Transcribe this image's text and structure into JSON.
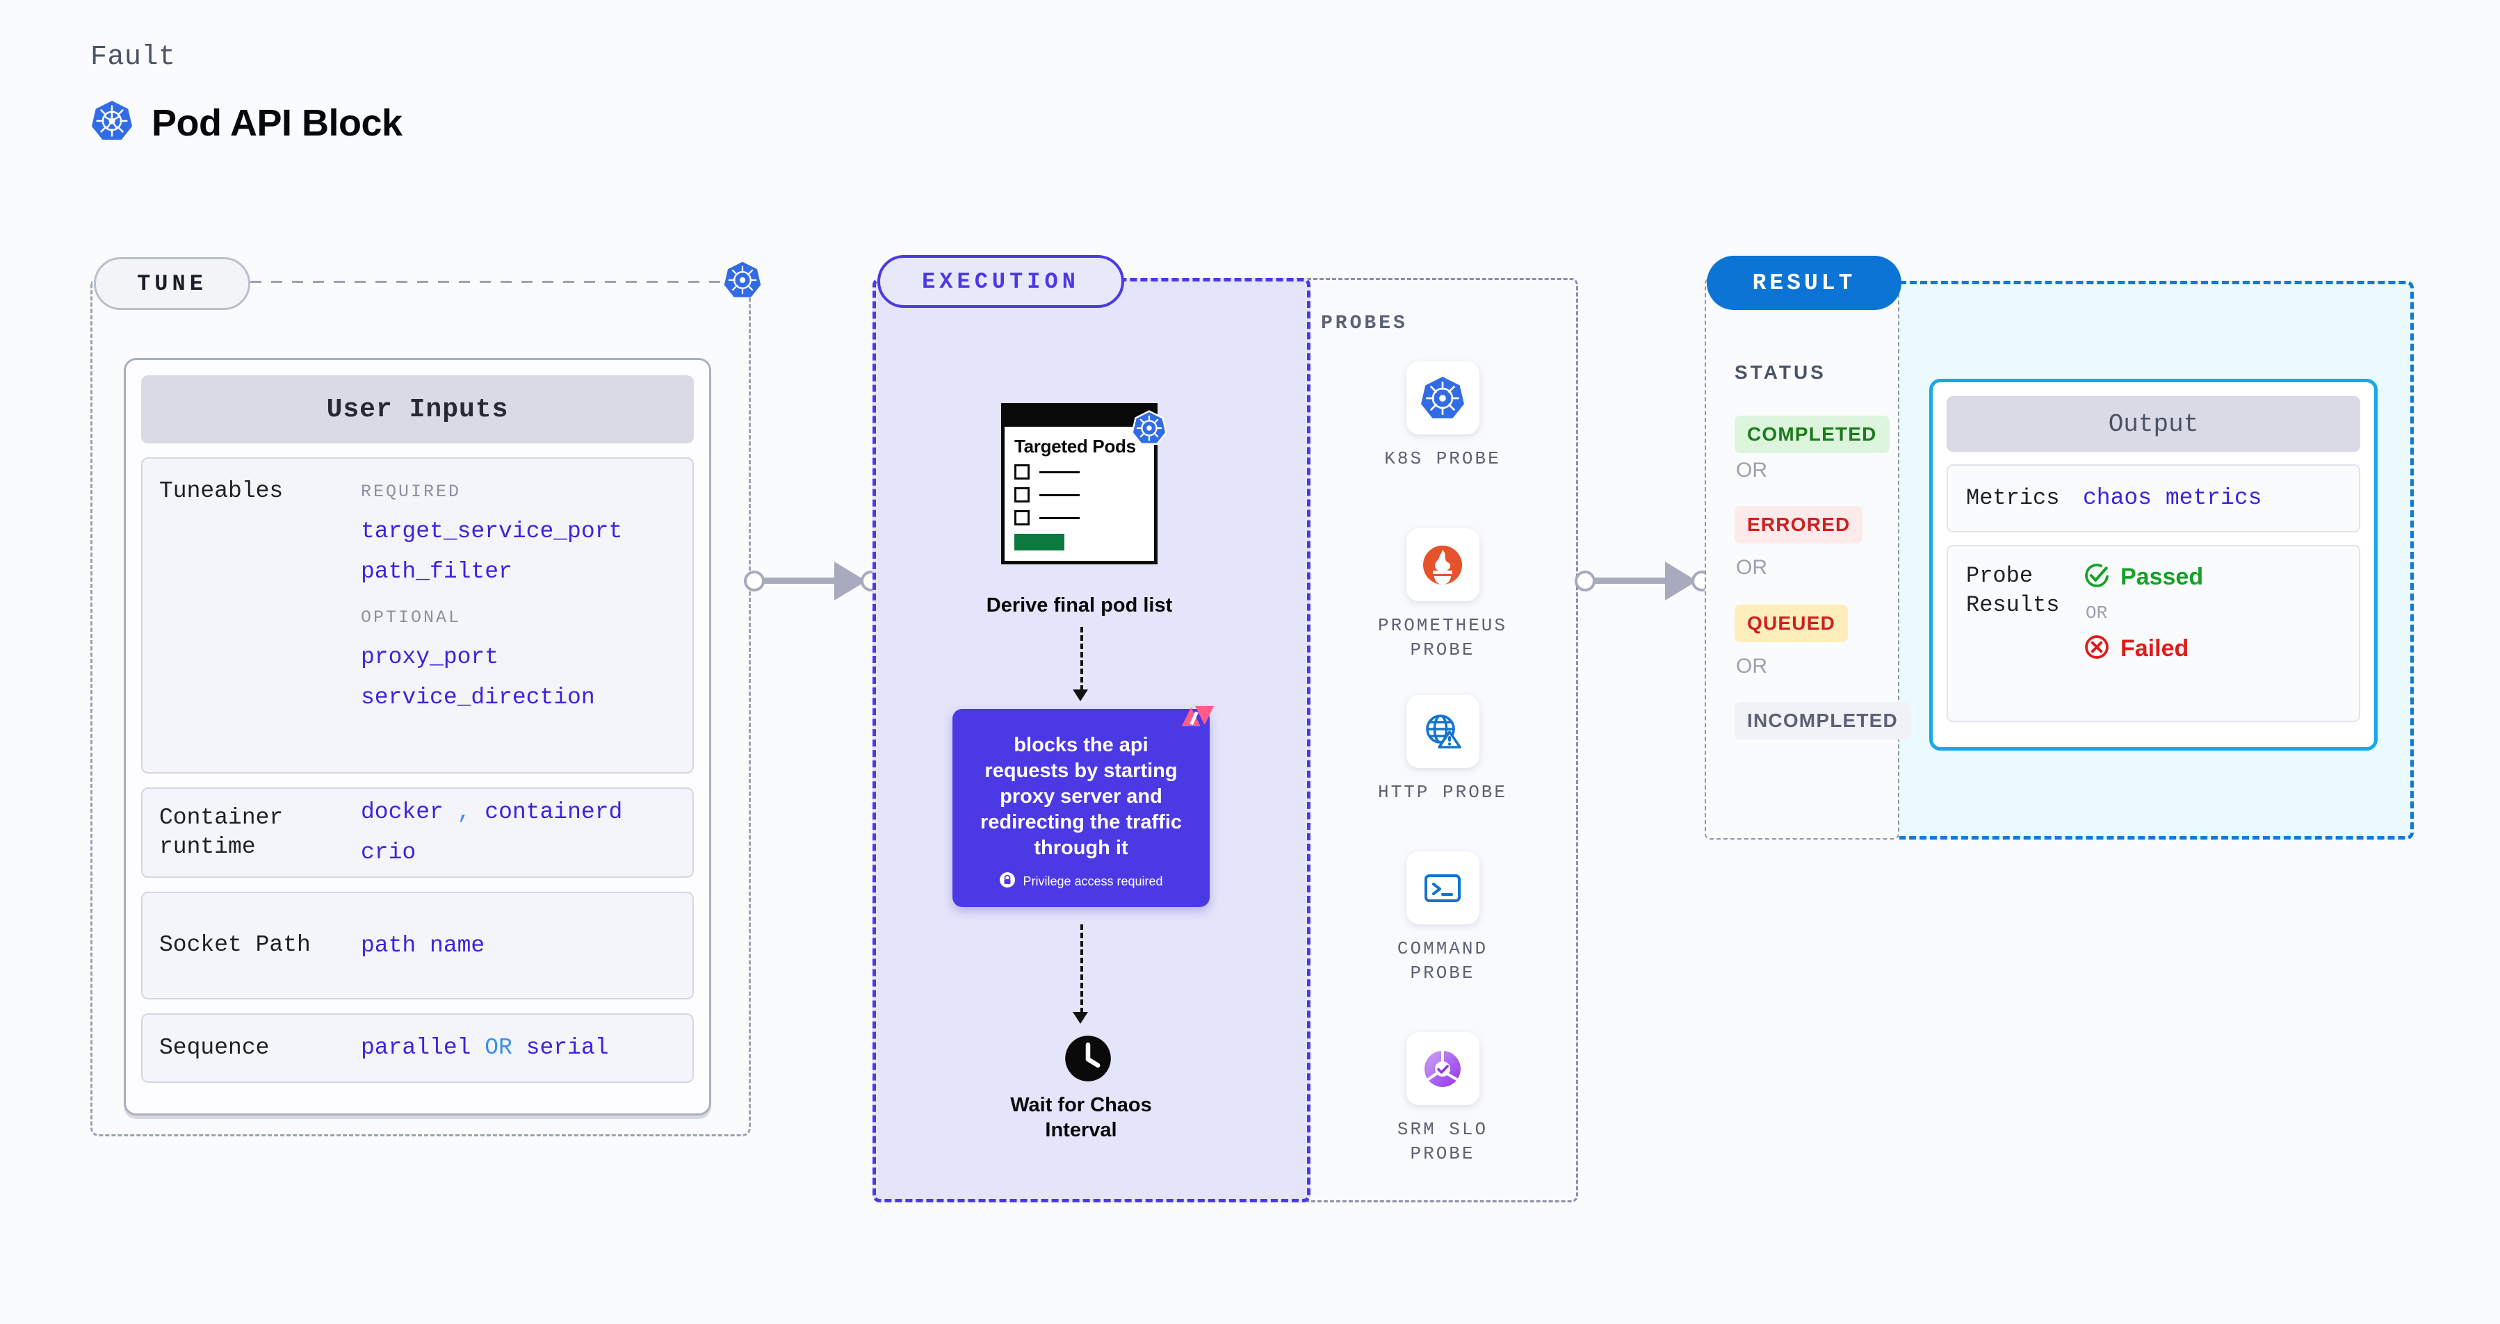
{
  "header": {
    "kicker": "Fault",
    "title": "Pod API Block",
    "icon": "kubernetes-icon"
  },
  "tune": {
    "pill_label": "TUNE",
    "badge_icon": "kubernetes-icon",
    "card_title": "User Inputs",
    "rows": [
      {
        "label": "Tuneables",
        "required_header": "REQUIRED",
        "required": [
          "target_service_port",
          "path_filter"
        ],
        "optional_header": "OPTIONAL",
        "optional": [
          "proxy_port",
          "service_direction"
        ]
      },
      {
        "label": "Container runtime",
        "values": [
          "docker",
          "containerd",
          "crio"
        ],
        "separator": ","
      },
      {
        "label": "Socket Path",
        "values": [
          "path name"
        ]
      },
      {
        "label": "Sequence",
        "values": [
          "parallel",
          "serial"
        ],
        "separator": "OR"
      }
    ]
  },
  "execution": {
    "pill_label": "EXECUTION",
    "doc": {
      "title": "Targeted Pods",
      "icon": "kubernetes-icon",
      "caption": "Derive final pod list"
    },
    "action": {
      "text": "blocks the api requests by starting proxy server and redirecting the traffic through it",
      "privilege_note": "Privilege access required",
      "privilege_icon": "lock-icon",
      "corner_icon": "harness-chaos-icon"
    },
    "wait": {
      "icon": "clock-icon",
      "caption": "Wait for Chaos Interval"
    }
  },
  "probes": {
    "label": "PROBES",
    "items": [
      {
        "name": "K8S PROBE",
        "icon": "kubernetes-icon"
      },
      {
        "name": "PROMETHEUS PROBE",
        "icon": "prometheus-icon"
      },
      {
        "name": "HTTP PROBE",
        "icon": "globe-warning-icon"
      },
      {
        "name": "COMMAND PROBE",
        "icon": "terminal-icon"
      },
      {
        "name": "SRM SLO PROBE",
        "icon": "srm-slo-icon"
      }
    ]
  },
  "result": {
    "pill_label": "RESULT",
    "status_label": "STATUS",
    "or_label": "OR",
    "statuses": [
      {
        "label": "COMPLETED",
        "color": "#1d7a1d",
        "bg": "#dcf5dc"
      },
      {
        "label": "ERRORED",
        "color": "#cf2020",
        "bg": "#fdeaea"
      },
      {
        "label": "QUEUED",
        "color": "#cf2020",
        "bg": "#fdeeba"
      },
      {
        "label": "INCOMPLETED",
        "color": "#5c6275",
        "bg": "#f1f2f7"
      }
    ],
    "output": {
      "title": "Output",
      "metrics_label": "Metrics",
      "metrics_value": "chaos metrics",
      "probe_label": "Probe Results",
      "passed_label": "Passed",
      "failed_label": "Failed",
      "or_label": "OR",
      "passed_icon": "check-circle-icon",
      "failed_icon": "x-circle-icon"
    }
  },
  "colors": {
    "k8s_blue": "#326ce5",
    "purple": "#4b39e4",
    "result_blue": "#0b74d4",
    "cyan": "#16a8e8",
    "pink": "#ff5c8a",
    "prometheus_orange": "#e6522c",
    "code_violet": "#3b24e0"
  }
}
